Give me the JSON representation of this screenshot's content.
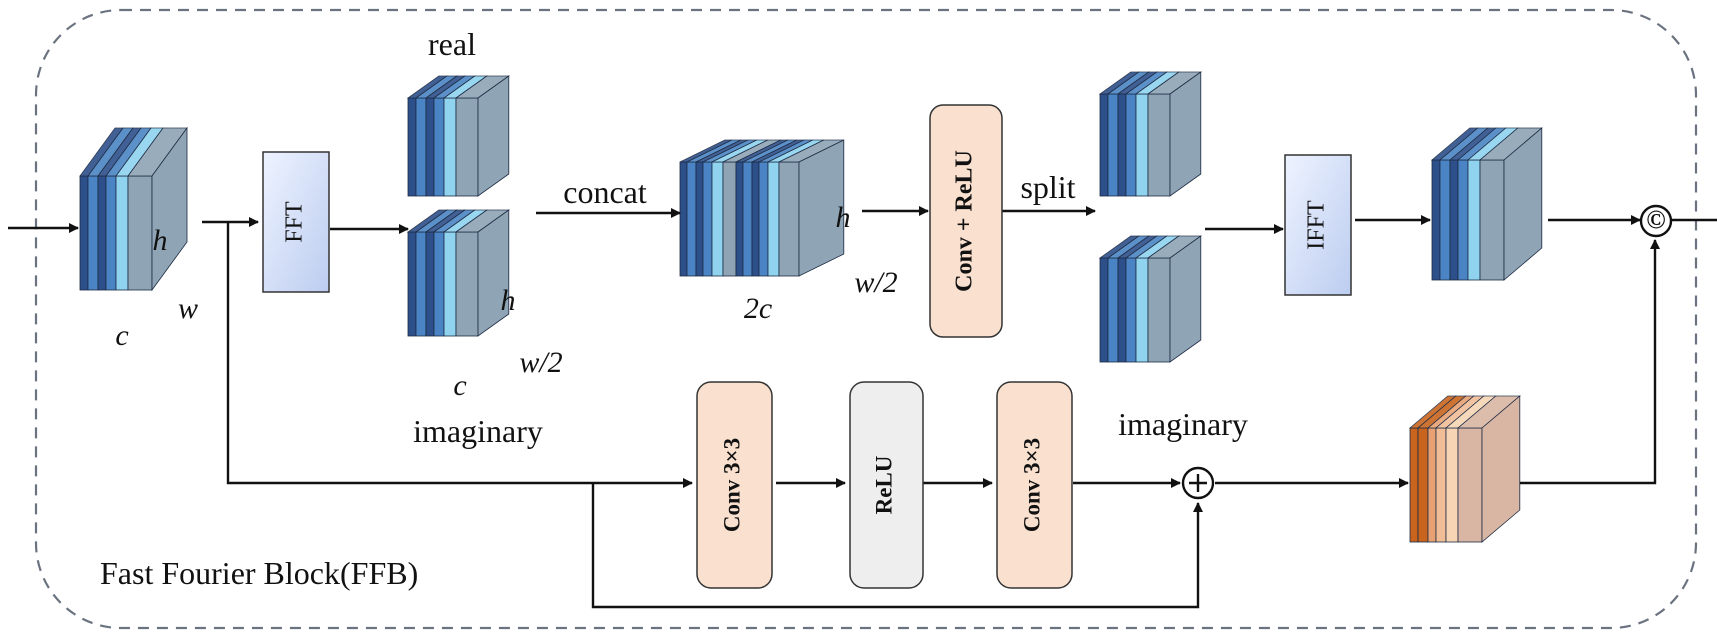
{
  "block_title": "Fast Fourier Block(FFB)",
  "labels": {
    "real": "real",
    "imaginary_top": "imaginary",
    "imaginary_bottom": "imaginary",
    "concat": "concat",
    "split": "split"
  },
  "dims": {
    "input_h": "h",
    "input_w": "w",
    "input_c": "c",
    "imag_h": "h",
    "imag_w": "w/2",
    "imag_c": "c",
    "concat_h": "h",
    "concat_w": "w/2",
    "concat_c": "2c"
  },
  "ops": {
    "fft": "FFT",
    "ifft": "IFFT",
    "conv_relu": "Conv + ReLU",
    "conv1": "Conv 3×3",
    "relu": "ReLU",
    "conv2": "Conv 3×3"
  },
  "symbols": {
    "concat_op": "©",
    "add_op": "+"
  },
  "colors": {
    "feature_blue_dark": "#2d4f8a",
    "feature_blue_mid": "#4a84c4",
    "feature_blue_light": "#8fd3ef",
    "feature_gray": "#8fa4b4",
    "feature_orange_dark": "#c8641e",
    "feature_orange_light": "#f6d4b4",
    "conv_box_fill": "#f9e0cf",
    "relu_box_fill": "#eeeeee",
    "fft_box_fill": "#dce6fb"
  }
}
